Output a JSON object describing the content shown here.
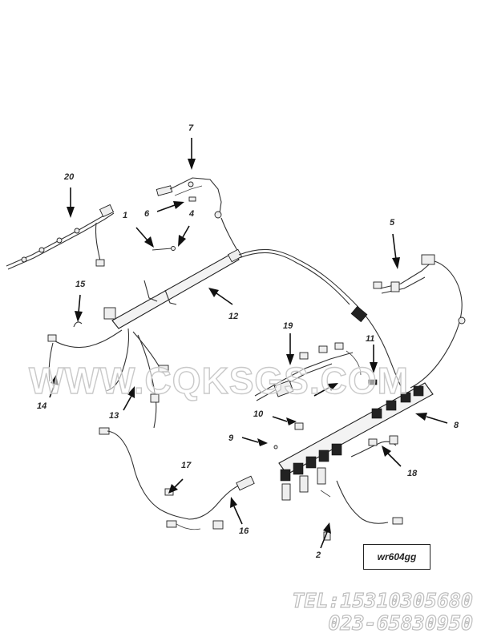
{
  "diagram": {
    "callouts": [
      {
        "id": "c1",
        "text": "1"
      },
      {
        "id": "c2",
        "text": "2"
      },
      {
        "id": "c4",
        "text": "4"
      },
      {
        "id": "c5",
        "text": "5"
      },
      {
        "id": "c6",
        "text": "6"
      },
      {
        "id": "c7",
        "text": "7"
      },
      {
        "id": "c8",
        "text": "8"
      },
      {
        "id": "c9",
        "text": "9"
      },
      {
        "id": "c10",
        "text": "10"
      },
      {
        "id": "c11",
        "text": "11"
      },
      {
        "id": "c12",
        "text": "12"
      },
      {
        "id": "c13",
        "text": "13"
      },
      {
        "id": "c14",
        "text": "14"
      },
      {
        "id": "c15",
        "text": "15"
      },
      {
        "id": "c16",
        "text": "16"
      },
      {
        "id": "c17",
        "text": "17"
      },
      {
        "id": "c18",
        "text": "18"
      },
      {
        "id": "c19",
        "text": "19"
      },
      {
        "id": "c20",
        "text": "20"
      }
    ],
    "reference_code": "wr604gg"
  },
  "watermark": {
    "site": "WWW.CQKSGS.COM",
    "tel": "TEL:15310305680",
    "fax": "023-65830950"
  }
}
